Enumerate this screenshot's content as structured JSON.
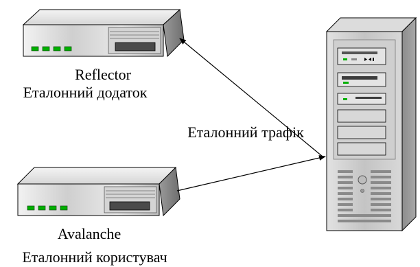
{
  "devices": {
    "reflector": {
      "name": "Reflector",
      "role": "Еталонний додаток",
      "icon": "network-appliance-icon"
    },
    "avalanche": {
      "name": "Avalanche",
      "role": "Еталонний користувач",
      "icon": "network-appliance-icon"
    },
    "server": {
      "icon": "tower-server-icon"
    }
  },
  "traffic_label": "Еталонний трафік",
  "colors": {
    "face_light": "#e6e6e6",
    "face_mid": "#c8c8c8",
    "face_dark": "#8a8a8a",
    "edge": "#000000",
    "led": "#00b000",
    "slot": "#4a4a4a"
  }
}
